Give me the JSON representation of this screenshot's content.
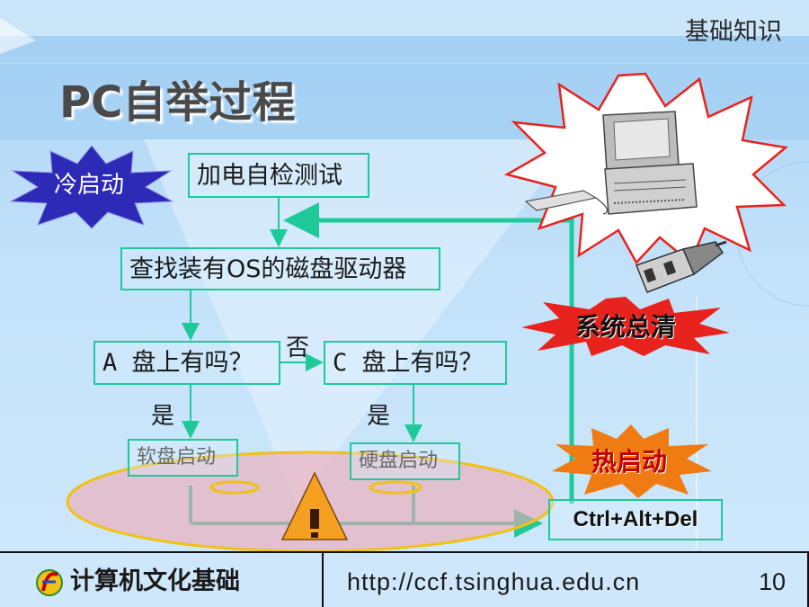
{
  "header": {
    "section_label": "基础知识",
    "title": "PC自举过程"
  },
  "flow": {
    "cold_start": "冷启动",
    "hot_start": "热启动",
    "system_clear": "系统总清",
    "power_on_test": "加电自检测试",
    "find_os_drive": "查找装有OS的磁盘驱动器",
    "disk_a_check": "A 盘上有吗？",
    "disk_c_check": "C 盘上有吗？",
    "no_label": "否",
    "yes_a": "是",
    "yes_c": "是",
    "floppy_boot": "软盘启动",
    "hard_boot": "硬盘启动",
    "ctrl_alt_del": "Ctrl+Alt+Del"
  },
  "footer": {
    "course_name": "计算机文化基础",
    "url": "http://ccf.tsinghua.edu.cn",
    "page_number": "10"
  },
  "colors": {
    "flow_line": "#1fc99a",
    "cold_badge": "#2e2ab8",
    "clear_badge": "#e8231d",
    "hot_badge": "#f07b12",
    "warning": "#f5a020"
  },
  "icons": [
    "computer-icon",
    "power-plug-icon",
    "warning-icon",
    "course-logo-icon"
  ]
}
